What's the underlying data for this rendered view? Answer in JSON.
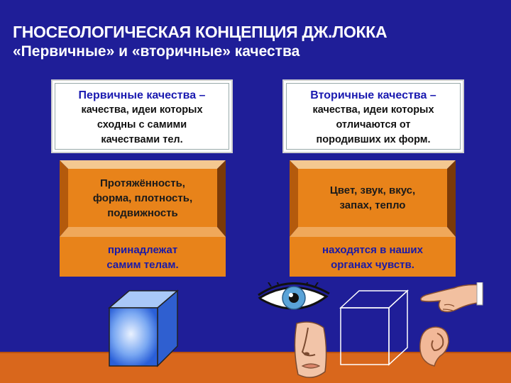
{
  "slide": {
    "title": "ГНОСЕОЛОГИЧЕСКАЯ КОНЦЕПЦИЯ ДЖ.ЛОККА",
    "subtitle": "«Первичные» и «вторичные» качества"
  },
  "primary": {
    "heading": "Первичные качества –",
    "def_lines": [
      "качества,  идеи которых",
      "сходны с самими",
      "качествами тел."
    ],
    "examples_lines": [
      "Протяжённость,",
      "форма, плотность,",
      "подвижность"
    ],
    "belong_lines": [
      "принадлежат",
      "самим телам."
    ]
  },
  "secondary": {
    "heading": "Вторичные качества –",
    "def_lines": [
      "качества,  идеи которых",
      "отличаются от",
      "породивших их форм."
    ],
    "examples_lines": [
      "Цвет, звук, вкус,",
      "запах, тепло"
    ],
    "belong_lines": [
      "находятся в наших",
      "органах чувств."
    ]
  },
  "icons": [
    "blue-cube-icon",
    "eye-icon",
    "nose-icon",
    "wireframe-cube-icon",
    "ear-icon",
    "hand-icon"
  ],
  "colors": {
    "background": "#1f1e98",
    "orange": "#e8831a",
    "floor": "#d9671c",
    "text_blue": "#1a1ab0"
  }
}
